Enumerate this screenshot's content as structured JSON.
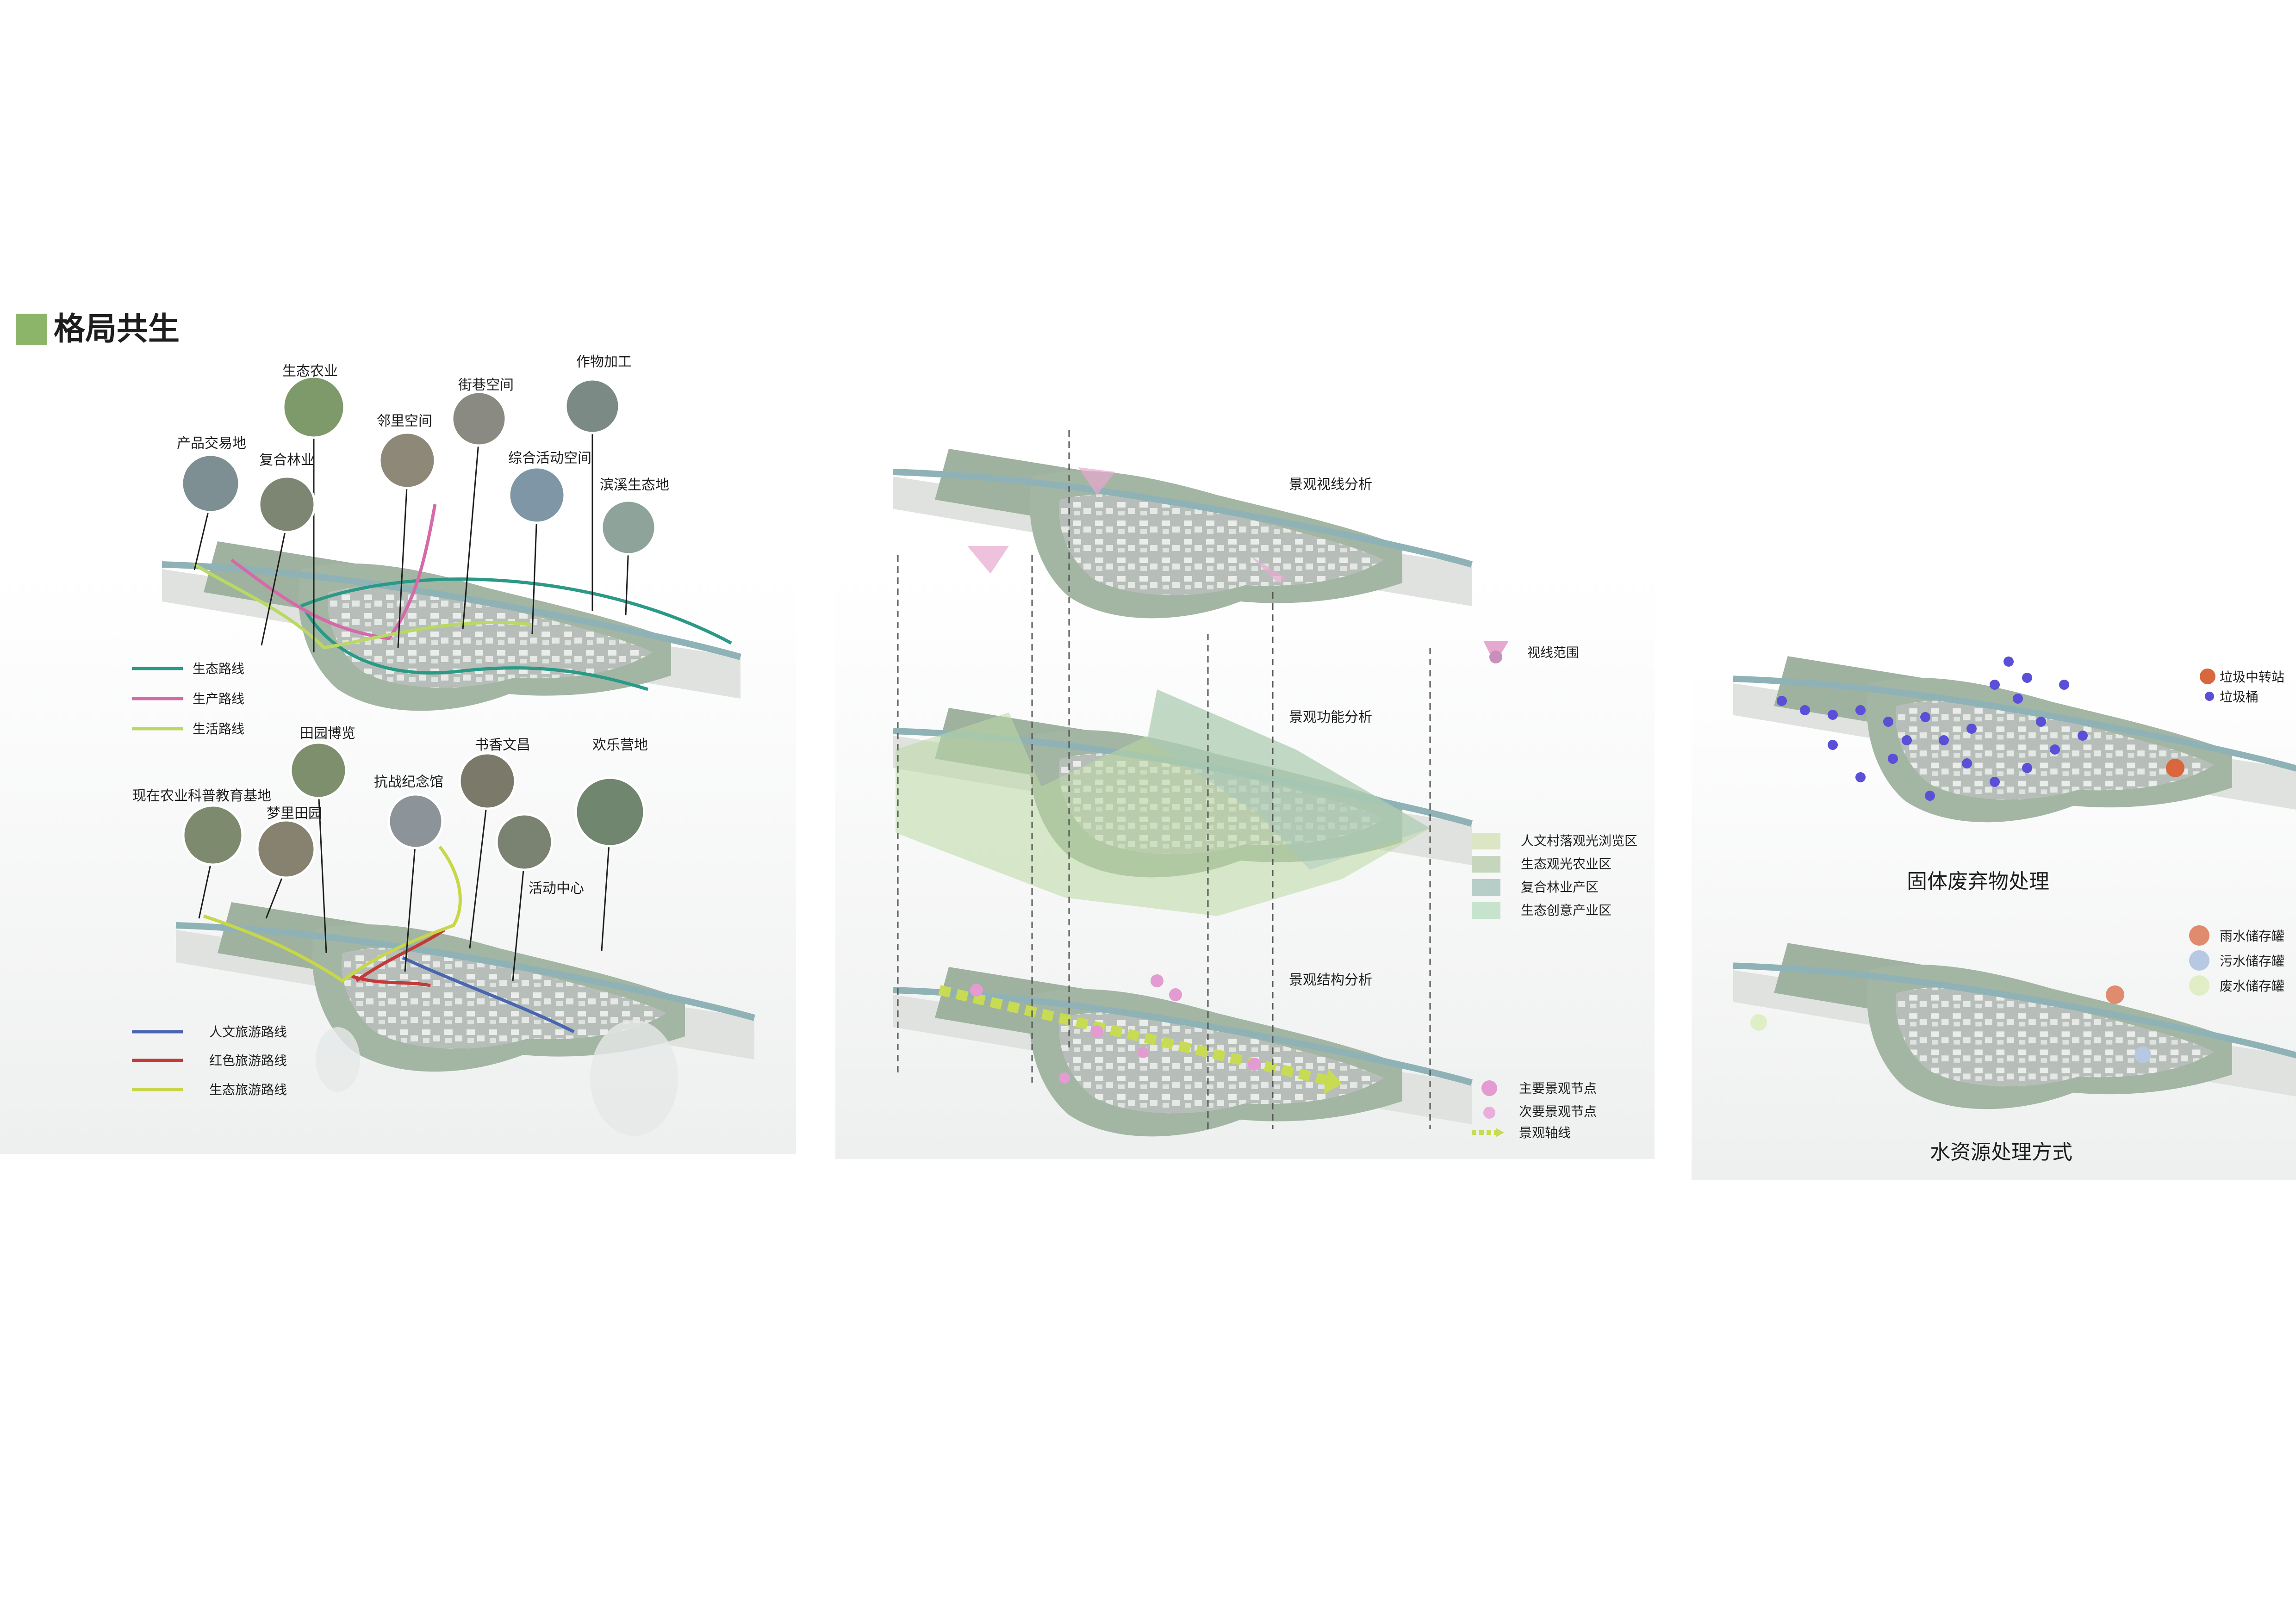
{
  "heading": {
    "text": "格局共生",
    "swatch_color": "#8db56a"
  },
  "panel1": {
    "top_places": [
      {
        "label": "生态农业"
      },
      {
        "label": "作物加工"
      },
      {
        "label": "街巷空间"
      },
      {
        "label": "邻里空间"
      },
      {
        "label": "产品交易地"
      },
      {
        "label": "复合林业"
      },
      {
        "label": "综合活动空间"
      },
      {
        "label": "滨溪生态地"
      }
    ],
    "top_legend": [
      {
        "label": "生态路线",
        "color": "#2a9a86"
      },
      {
        "label": "生产路线",
        "color": "#d56aa8"
      },
      {
        "label": "生活路线",
        "color": "#b9d964"
      }
    ],
    "bottom_places": [
      {
        "label": "田园博览"
      },
      {
        "label": "书香文昌"
      },
      {
        "label": "欢乐营地"
      },
      {
        "label": "现在农业科普教育基地"
      },
      {
        "label": "梦里田园"
      },
      {
        "label": "抗战纪念馆"
      },
      {
        "label": "活动中心"
      }
    ],
    "bottom_legend": [
      {
        "label": "人文旅游路线",
        "color": "#4a66b0"
      },
      {
        "label": "红色旅游路线",
        "color": "#c23b3b"
      },
      {
        "label": "生态旅游路线",
        "color": "#c8d64a"
      }
    ]
  },
  "panel2": {
    "layers": [
      {
        "title": "景观视线分析"
      },
      {
        "title": "景观功能分析"
      },
      {
        "title": "景观结构分析"
      }
    ],
    "legend_view": {
      "label": "视线范围",
      "color": "#e7a8cf"
    },
    "legend_function": [
      {
        "label": "人文村落观光浏览区",
        "color": "#dce6c4"
      },
      {
        "label": "生态观光农业区",
        "color": "#c5d6bd"
      },
      {
        "label": "复合林业产区",
        "color": "#b6cdc8"
      },
      {
        "label": "生态创意产业区",
        "color": "#c6e4cd"
      }
    ],
    "legend_structure": [
      {
        "label": "主要景观节点",
        "color": "#e39bd1"
      },
      {
        "label": "次要景观节点",
        "color": "#e9aede"
      },
      {
        "label": "景观轴线",
        "color": "#c7dc52"
      }
    ]
  },
  "panel3": {
    "waste": {
      "caption": "固体废弃物处理",
      "legend": [
        {
          "label": "垃圾中转站",
          "color": "#d9663c"
        },
        {
          "label": "垃圾桶",
          "color": "#5a4fd6"
        }
      ]
    },
    "water": {
      "caption": "水资源处理方式",
      "legend": [
        {
          "label": "雨水储存罐",
          "color": "#e08a6e"
        },
        {
          "label": "污水储存罐",
          "color": "#b7c9e2"
        },
        {
          "label": "废水储存罐",
          "color": "#dfeec4"
        }
      ]
    }
  }
}
